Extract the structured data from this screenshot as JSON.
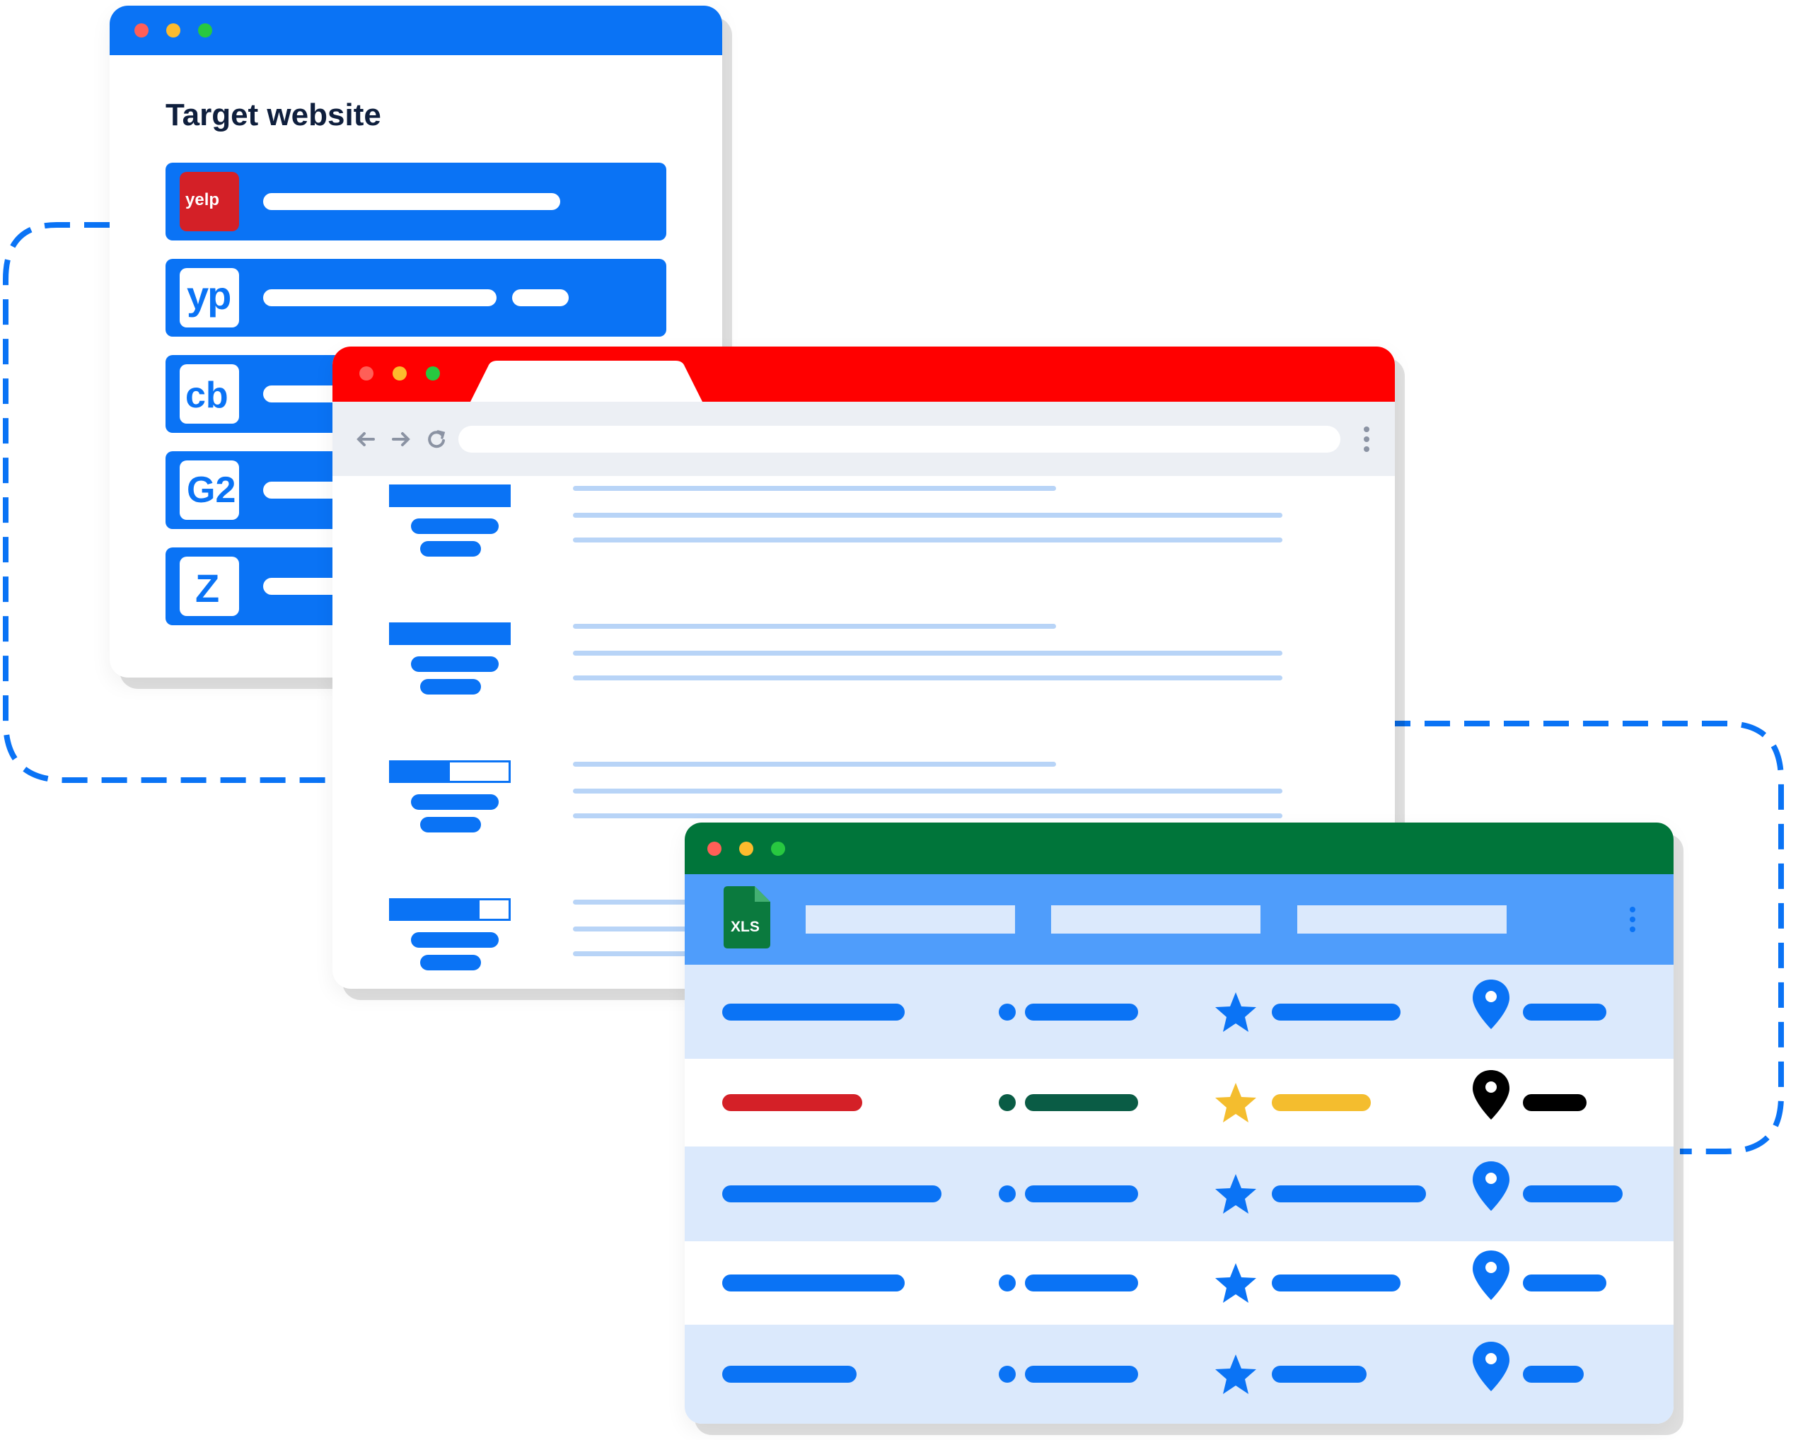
{
  "target_window": {
    "title": "Target website",
    "colors": {
      "bar": "#0a73f5",
      "close": "#ff5f57",
      "minimize": "#fdbb2d",
      "maximize": "#28c840"
    },
    "sites": [
      {
        "logo_icon": "yelp-logo-icon",
        "logo_text": "yelp"
      },
      {
        "logo_icon": "yellow-pages-logo-icon",
        "logo_text": "yp"
      },
      {
        "logo_icon": "crunchbase-logo-icon",
        "logo_text": "cb"
      },
      {
        "logo_icon": "g2-logo-icon",
        "logo_text": "G2"
      },
      {
        "logo_icon": "zoominfo-logo-icon",
        "logo_text": "Z"
      }
    ]
  },
  "browser_window": {
    "colors": {
      "titlebar": "#ff0000",
      "toolbar": "#eceff4"
    },
    "nav_icons": [
      "back-arrow-icon",
      "forward-arrow-icon",
      "reload-icon",
      "more-vertical-icon"
    ],
    "result_progress": [
      1.0,
      1.0,
      0.5,
      0.75
    ]
  },
  "spreadsheet_window": {
    "file_badge": "XLS",
    "colors": {
      "titlebar": "#00753a",
      "header": "#4f9dfb",
      "row_alt": "#dbe9fc",
      "accent": "#0a73f5",
      "red": "#d42027",
      "green": "#0a5c45",
      "gold": "#f4bd2e",
      "black": "#000000"
    },
    "icons": [
      "xls-file-icon",
      "star-icon",
      "map-pin-icon",
      "more-vertical-icon"
    ]
  }
}
